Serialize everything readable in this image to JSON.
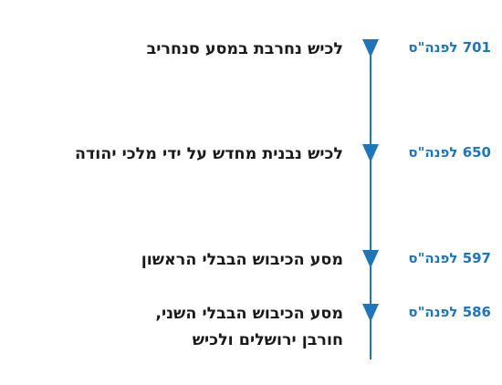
{
  "accent_color": "#1f75b9",
  "text_color": "#1a1a1a",
  "marker_icon": "triangle-down-icon",
  "events": [
    {
      "date": "701 לפנה\"ס",
      "lines": [
        "לכיש נחרבת במסע סנחריב"
      ]
    },
    {
      "date": "650 לפנה\"ס",
      "lines": [
        "לכיש נבנית מחדש על ידי מלכי יהודה"
      ]
    },
    {
      "date": "597 לפנה\"ס",
      "lines": [
        "מסע הכיבוש הבבלי הראשון"
      ]
    },
    {
      "date": "586 לפנה\"ס",
      "lines": [
        "מסע הכיבוש הבבלי השני,",
        "חורבן ירושלים ולכיש"
      ]
    }
  ]
}
